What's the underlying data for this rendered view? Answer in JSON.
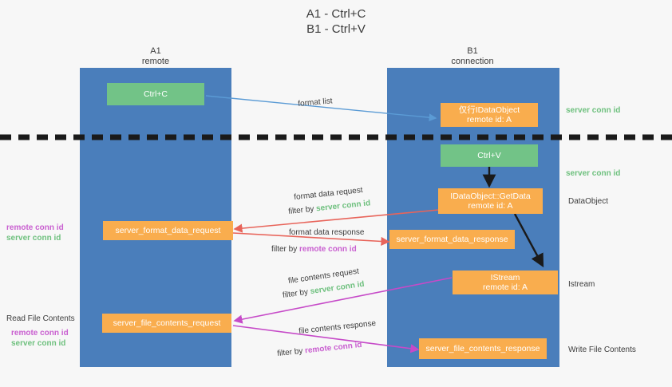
{
  "title": {
    "line1": "A1 - Ctrl+C",
    "line2": "B1 - Ctrl+V"
  },
  "lanes": [
    {
      "name": "A1",
      "sub": "remote"
    },
    {
      "name": "B1",
      "sub": "connection"
    }
  ],
  "boxes": {
    "ctrl_c": {
      "label": "Ctrl+C",
      "color": "#72c387"
    },
    "ctrl_v": {
      "label": "Ctrl+V",
      "color": "#72c387"
    },
    "idataobject": {
      "line1": "仅行IDataObject",
      "line2": "remote id: A",
      "color": "#f9ad4e"
    },
    "getdata": {
      "line1": "IDataObject::GetData",
      "line2": "remote id: A",
      "color": "#f9ad4e"
    },
    "istream": {
      "line1": "IStream",
      "line2": "remote id: A",
      "color": "#f9ad4e"
    },
    "format_data_request": {
      "label": "server_format_data_request",
      "color": "#f9ad4e"
    },
    "format_data_response": {
      "label": "server_format_data_response",
      "color": "#f9ad4e"
    },
    "file_contents_request": {
      "label": "server_file_contents_request",
      "color": "#f9ad4e"
    },
    "file_contents_response": {
      "label": "server_file_contents_response",
      "color": "#f9ad4e"
    }
  },
  "arrow_labels": {
    "format_list": "format list",
    "format_data_request": "format data request",
    "format_data_request_filter_prefix": "filter by ",
    "format_data_request_filter_value": "server conn id",
    "format_data_response": "format data response",
    "format_data_response_filter_prefix": "filter by ",
    "format_data_response_filter_value": "remote conn id",
    "file_contents_request": "file contents request",
    "file_contents_request_filter_prefix": "filter by ",
    "file_contents_request_filter_value": "server conn id",
    "file_contents_response": "file contents response",
    "file_contents_response_filter_prefix": "filter by ",
    "file_contents_response_filter_value": "remote conn id"
  },
  "right_labels": {
    "server_conn_id_top": "server conn id",
    "server_conn_id_mid": "server conn id",
    "dataobject": "DataObject",
    "istream": "Istream",
    "write_file_contents": "Write File Contents"
  },
  "left_labels": {
    "remote_conn_id_1": "remote conn id",
    "server_conn_id_1": "server conn id",
    "read_file_contents": "Read File Contents",
    "remote_conn_id_2": "remote conn id",
    "server_conn_id_2": "server conn id"
  },
  "colors": {
    "lane": "#4a7ebb",
    "green": "#72c387",
    "orange": "#f9ad4e",
    "green_text": "#6ec07e",
    "magenta_text": "#c95fd0",
    "arrow_blue": "#5b9bd5",
    "arrow_red": "#e8645a",
    "arrow_magenta": "#c64ac8",
    "arrow_black": "#1a1a1a",
    "background": "#f7f7f7"
  }
}
